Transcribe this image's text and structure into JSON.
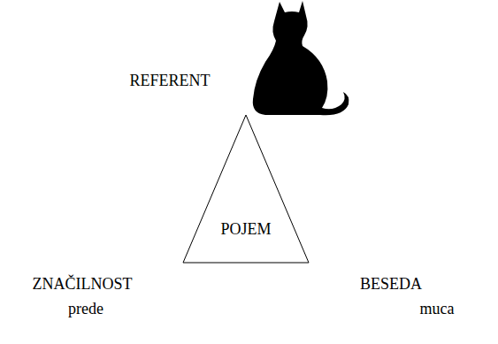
{
  "diagram": {
    "nodes": [
      {
        "text": [
          "POJEM"
        ]
      }
    ],
    "labels": [
      "REFERENT",
      "ZNAČILNOST",
      "prede",
      "BESEDA",
      "muca"
    ]
  }
}
